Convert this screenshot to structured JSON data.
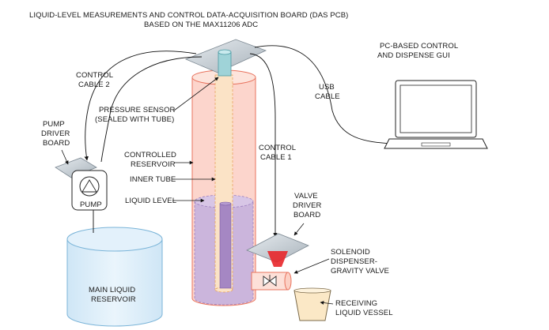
{
  "title": {
    "line1": "LIQUID-LEVEL MEASUREMENTS AND CONTROL DATA-ACQUISITION BOARD (DAS PCB)",
    "line2": "BASED ON THE MAX11206 ADC"
  },
  "labels": {
    "pc_gui": [
      "PC-BASED CONTROL",
      "AND DISPENSE GUI"
    ],
    "usb_cable": [
      "USB",
      "CABLE"
    ],
    "control_cable_2": [
      "CONTROL",
      "CABLE 2"
    ],
    "control_cable_1": [
      "CONTROL",
      "CABLE 1"
    ],
    "pressure_sensor": [
      "PRESSURE SENSOR",
      "(SEALED WITH TUBE)"
    ],
    "pump_driver": [
      "PUMP",
      "DRIVER",
      "BOARD"
    ],
    "controlled_reservoir": [
      "CONTROLLED",
      "RESERVOIR"
    ],
    "inner_tube": "INNER TUBE",
    "liquid_level": "LIQUID LEVEL",
    "pump": "PUMP",
    "main_reservoir": [
      "MAIN LIQUID",
      "RESERVOIR"
    ],
    "valve_driver": [
      "VALVE",
      "DRIVER",
      "BOARD"
    ],
    "solenoid": [
      "SOLENOID",
      "DISPENSER-",
      "GRAVITY VALVE"
    ],
    "receiving": [
      "RECEIVING",
      "LIQUID VESSEL"
    ]
  },
  "colors": {
    "reservoir_fill": "#fcd5cc",
    "reservoir_stroke": "#e8735e",
    "liquid_fill": "#c9b3d8",
    "liquid_stroke": "#a07ec0",
    "inner_tube_fill": "#fbe3c6",
    "board_fill": "#c8d0d6",
    "main_reservoir_fill": "#d9ecf8",
    "main_reservoir_stroke": "#7ab4d8",
    "valve_fill": "#fde0d8",
    "dispense_red": "#e8262a",
    "vessel_fill": "#fbe8c6"
  }
}
